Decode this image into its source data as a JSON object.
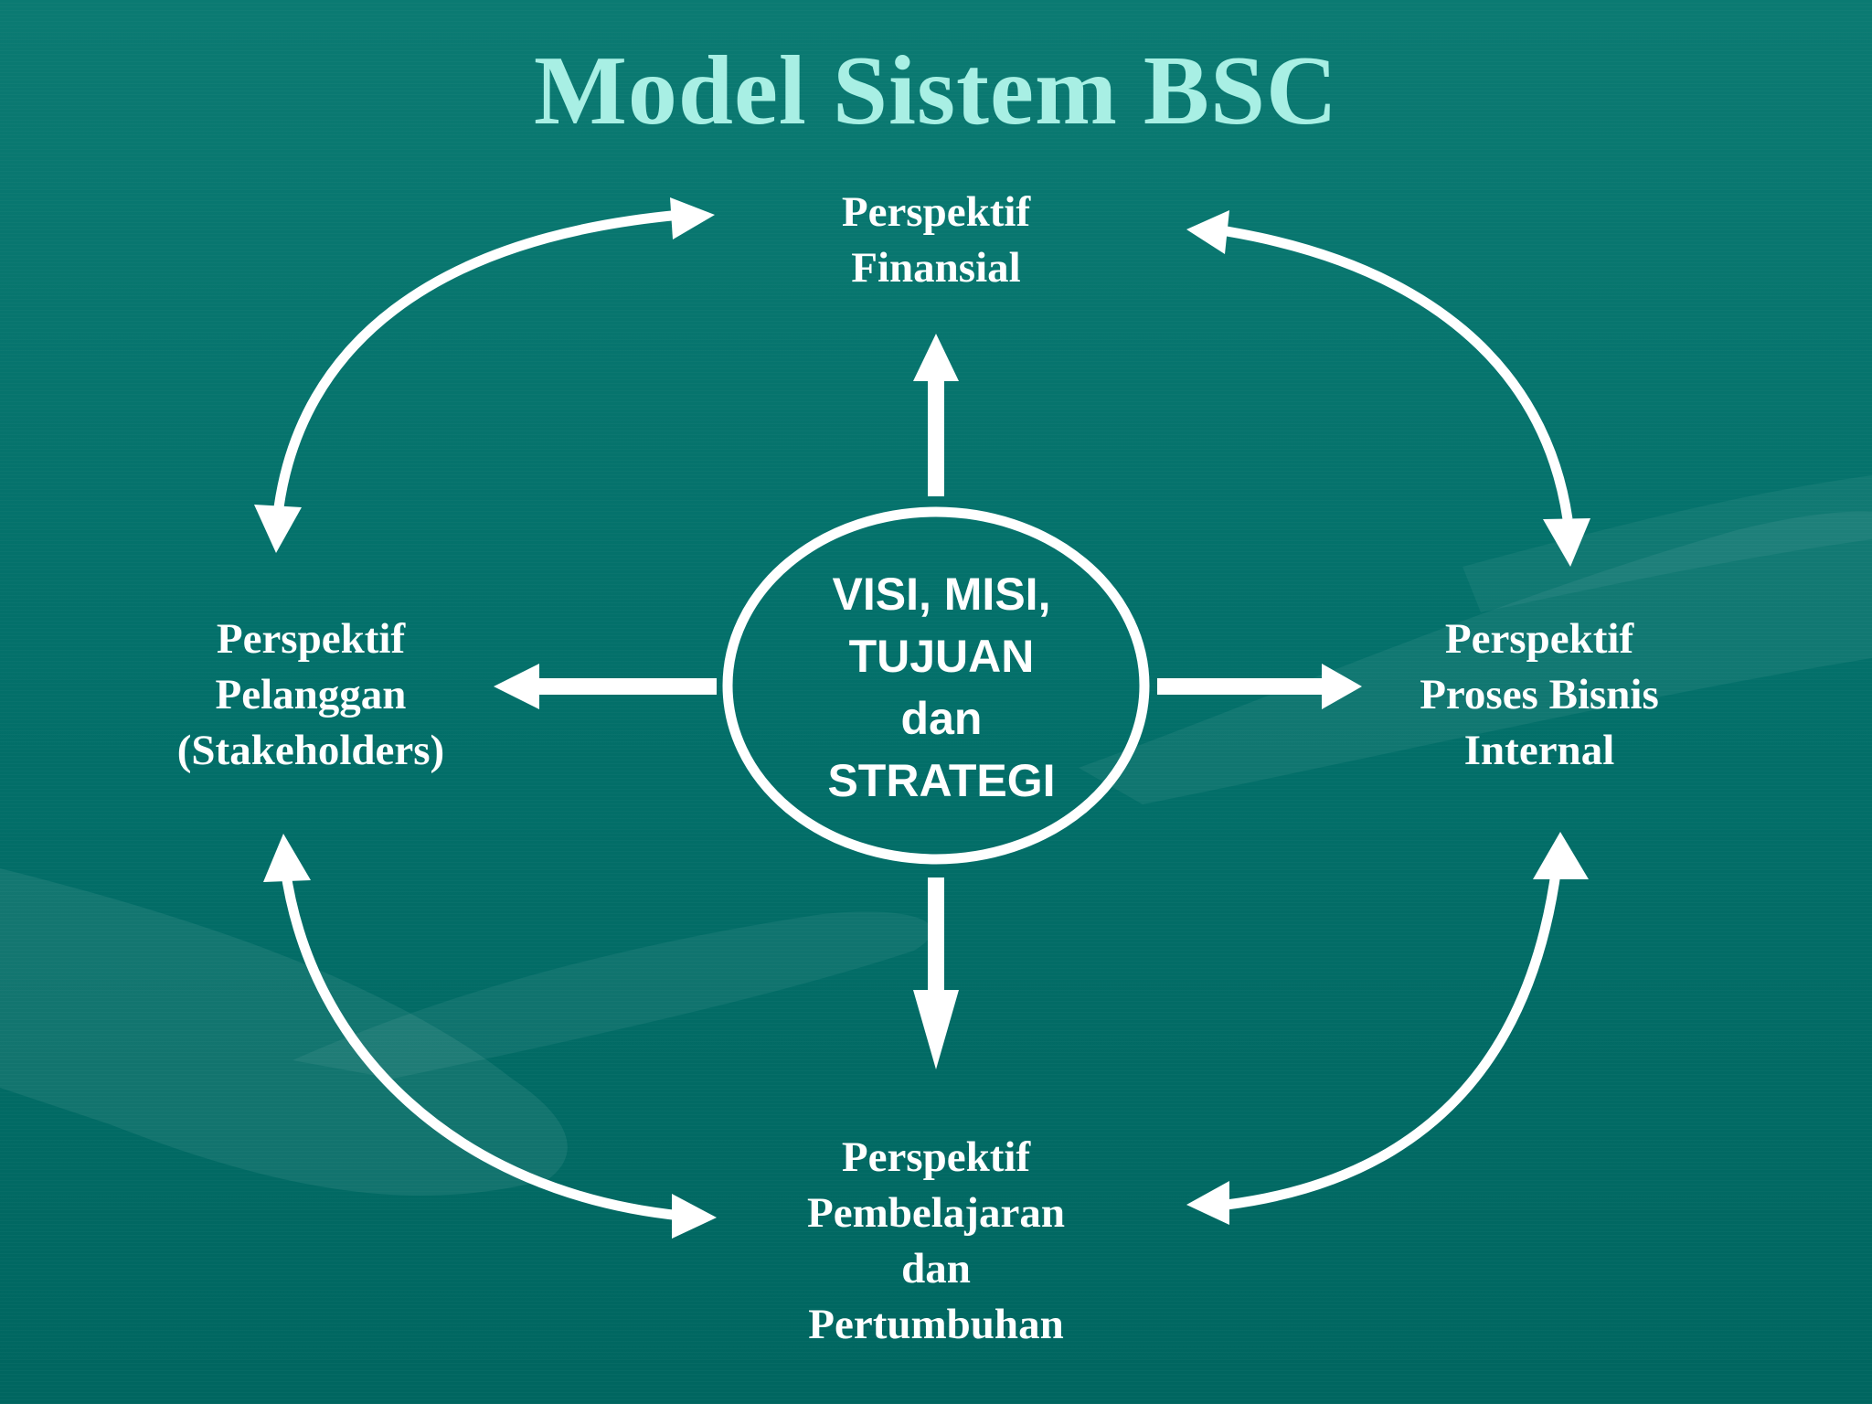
{
  "title": "Model Sistem BSC",
  "center": {
    "line1": "VISI, MISI,",
    "line2": "TUJUAN",
    "line3": "dan",
    "line4": "STRATEGI"
  },
  "perspectives": {
    "financial": {
      "line1": "Perspektif",
      "line2": "Finansial"
    },
    "customer": {
      "line1": "Perspektif",
      "line2": "Pelanggan",
      "line3": "(Stakeholders)"
    },
    "internal": {
      "line1": "Perspektif",
      "line2": "Proses Bisnis",
      "line3": "Internal"
    },
    "learning": {
      "line1": "Perspektif",
      "line2": "Pembelajaran",
      "line3": "dan",
      "line4": "Pertumbuhan"
    }
  },
  "colors": {
    "background": "#00665f",
    "title": "#a8efe4",
    "text": "#ffffff",
    "arrows": "#ffffff"
  }
}
